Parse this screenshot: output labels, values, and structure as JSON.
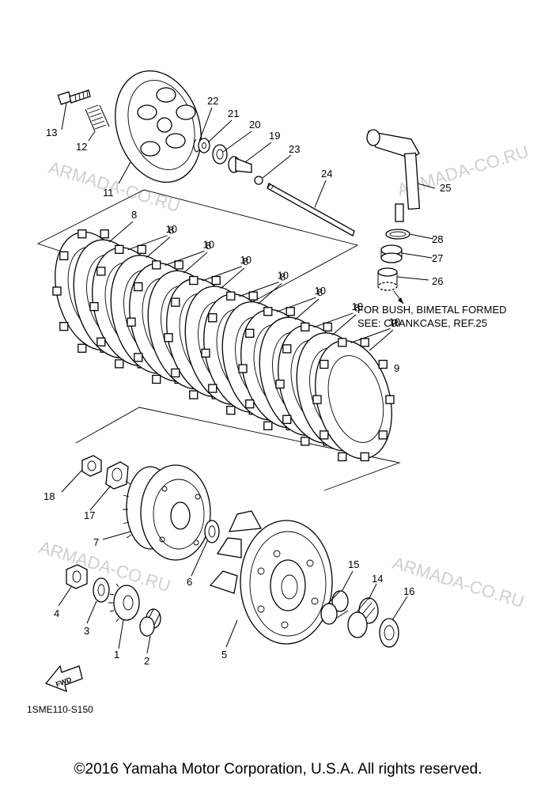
{
  "callouts": [
    "1",
    "2",
    "3",
    "4",
    "5",
    "6",
    "7",
    "8",
    "9",
    "10",
    "11",
    "12",
    "13",
    "14",
    "15",
    "16",
    "17",
    "18",
    "19",
    "20",
    "21",
    "22",
    "23",
    "24",
    "25",
    "26",
    "27",
    "28"
  ],
  "note_line1": "FOR BUSH, BIMETAL FORMED",
  "note_line2": "SEE: CRANKCASE, REF.25",
  "watermark": "ARMADA-CO.RU",
  "fwd_label": "FWD",
  "diagram_code": "1SME110-S150",
  "copyright": "©2016 Yamaha Motor Corporation, U.S.A. All rights reserved."
}
